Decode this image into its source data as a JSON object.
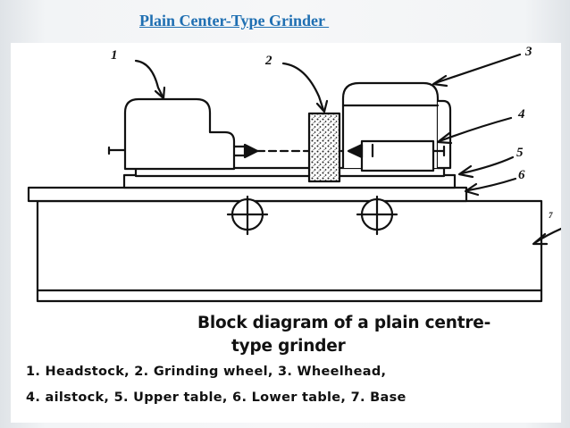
{
  "slide": {
    "title": "Plain Center-Type Grinder "
  },
  "diagram": {
    "part_numbers": [
      "1",
      "2",
      "3",
      "4",
      "5",
      "6",
      "7"
    ],
    "caption_line1": "Block diagram of a plain centre-",
    "caption_line2": "type grinder",
    "legend_line1": "1. Headstock, 2. Grinding wheel, 3. Wheelhead,",
    "legend_line2": "4. ailstock, 5. Upper table, 6. Lower table, 7. Base"
  }
}
